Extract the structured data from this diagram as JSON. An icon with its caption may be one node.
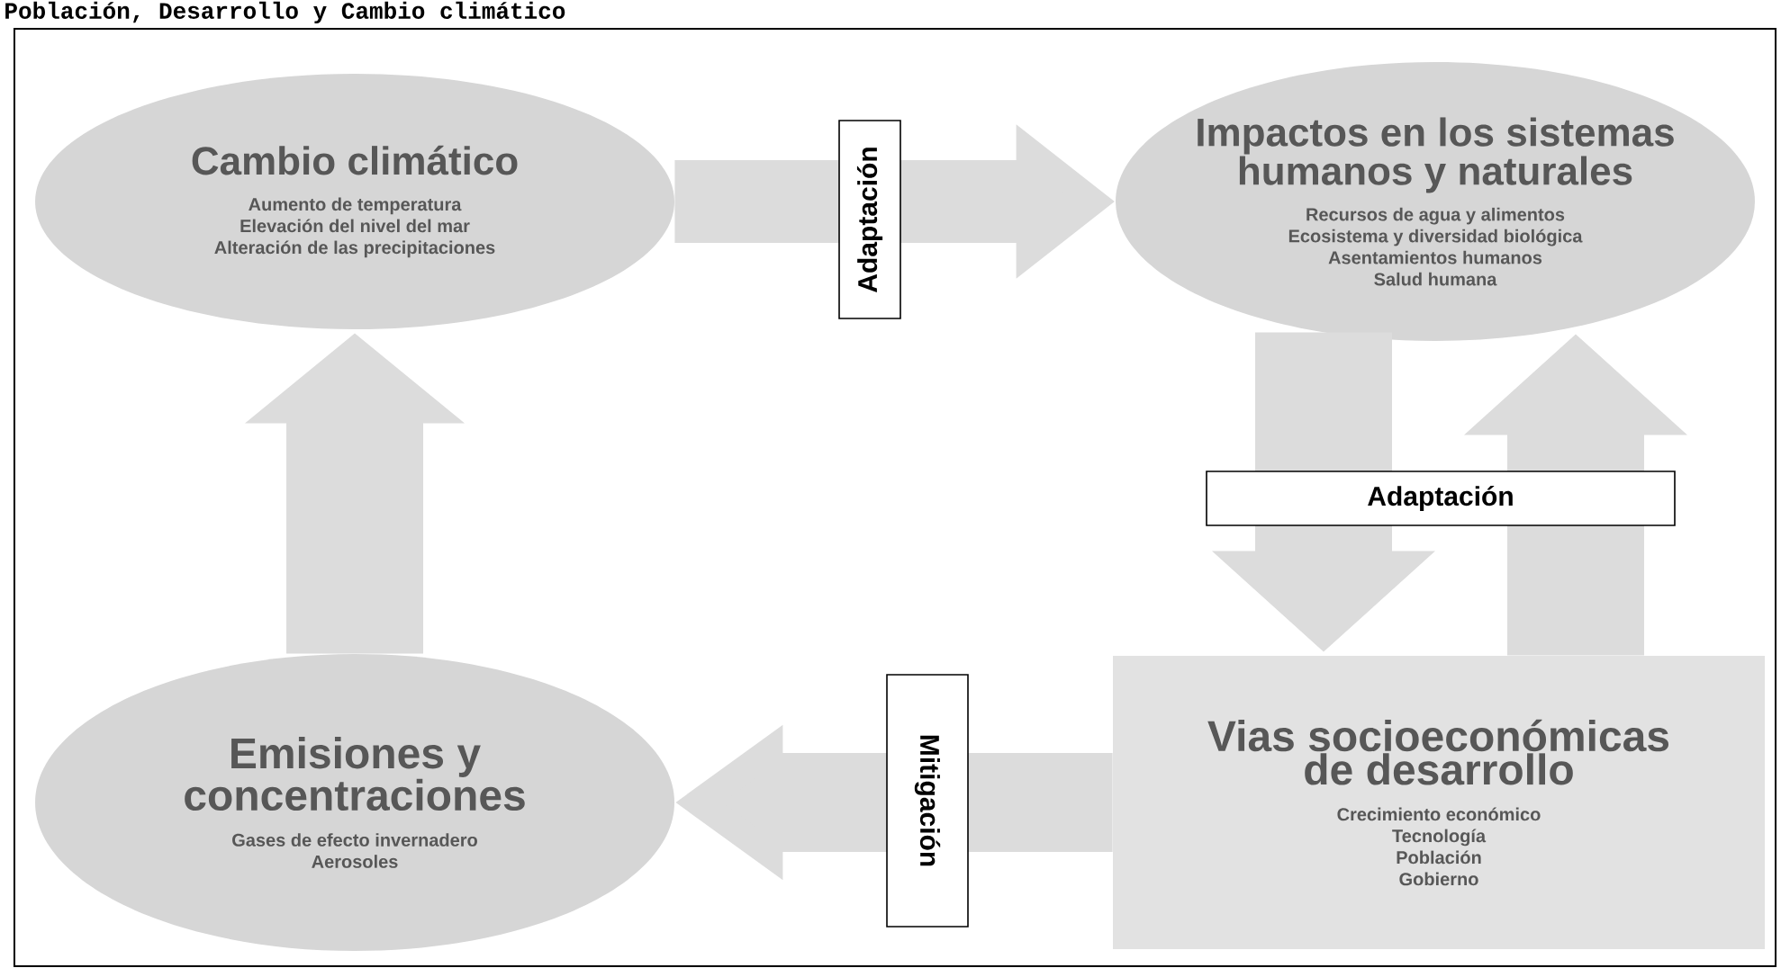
{
  "diagram": {
    "title": "Población, Desarrollo y Cambio climático",
    "nodes": [
      {
        "text": [
          "Cambio climático",
          "Aumento de temperatura",
          "Elevación del nivel del mar",
          "Alteración de las precipitaciones"
        ]
      },
      {
        "text": [
          "Impactos en los sistemas humanos y naturales",
          "Recursos de agua y alimentos",
          "Ecosistema y diversidad biológica",
          "Asentamientos humanos",
          "Salud humana"
        ]
      },
      {
        "text": [
          "Emisiones y concentraciones",
          "Gases de efecto invernadero",
          "Aerosoles"
        ]
      },
      {
        "text": [
          "Vias socioeconómicas de desarrollo",
          "Crecimiento económico",
          "Tecnología",
          "Población",
          "Gobierno"
        ]
      }
    ],
    "edges": [
      {
        "from": 0,
        "to": 1,
        "arrow": "to",
        "label": "Adaptación"
      },
      {
        "from": 1,
        "to": 3,
        "arrow": "to",
        "label": "Adaptación"
      },
      {
        "from": 3,
        "to": 1,
        "arrow": "to"
      },
      {
        "from": 3,
        "to": 2,
        "arrow": "to",
        "label": "Mitigación"
      },
      {
        "from": 2,
        "to": 0,
        "arrow": "to"
      }
    ]
  }
}
